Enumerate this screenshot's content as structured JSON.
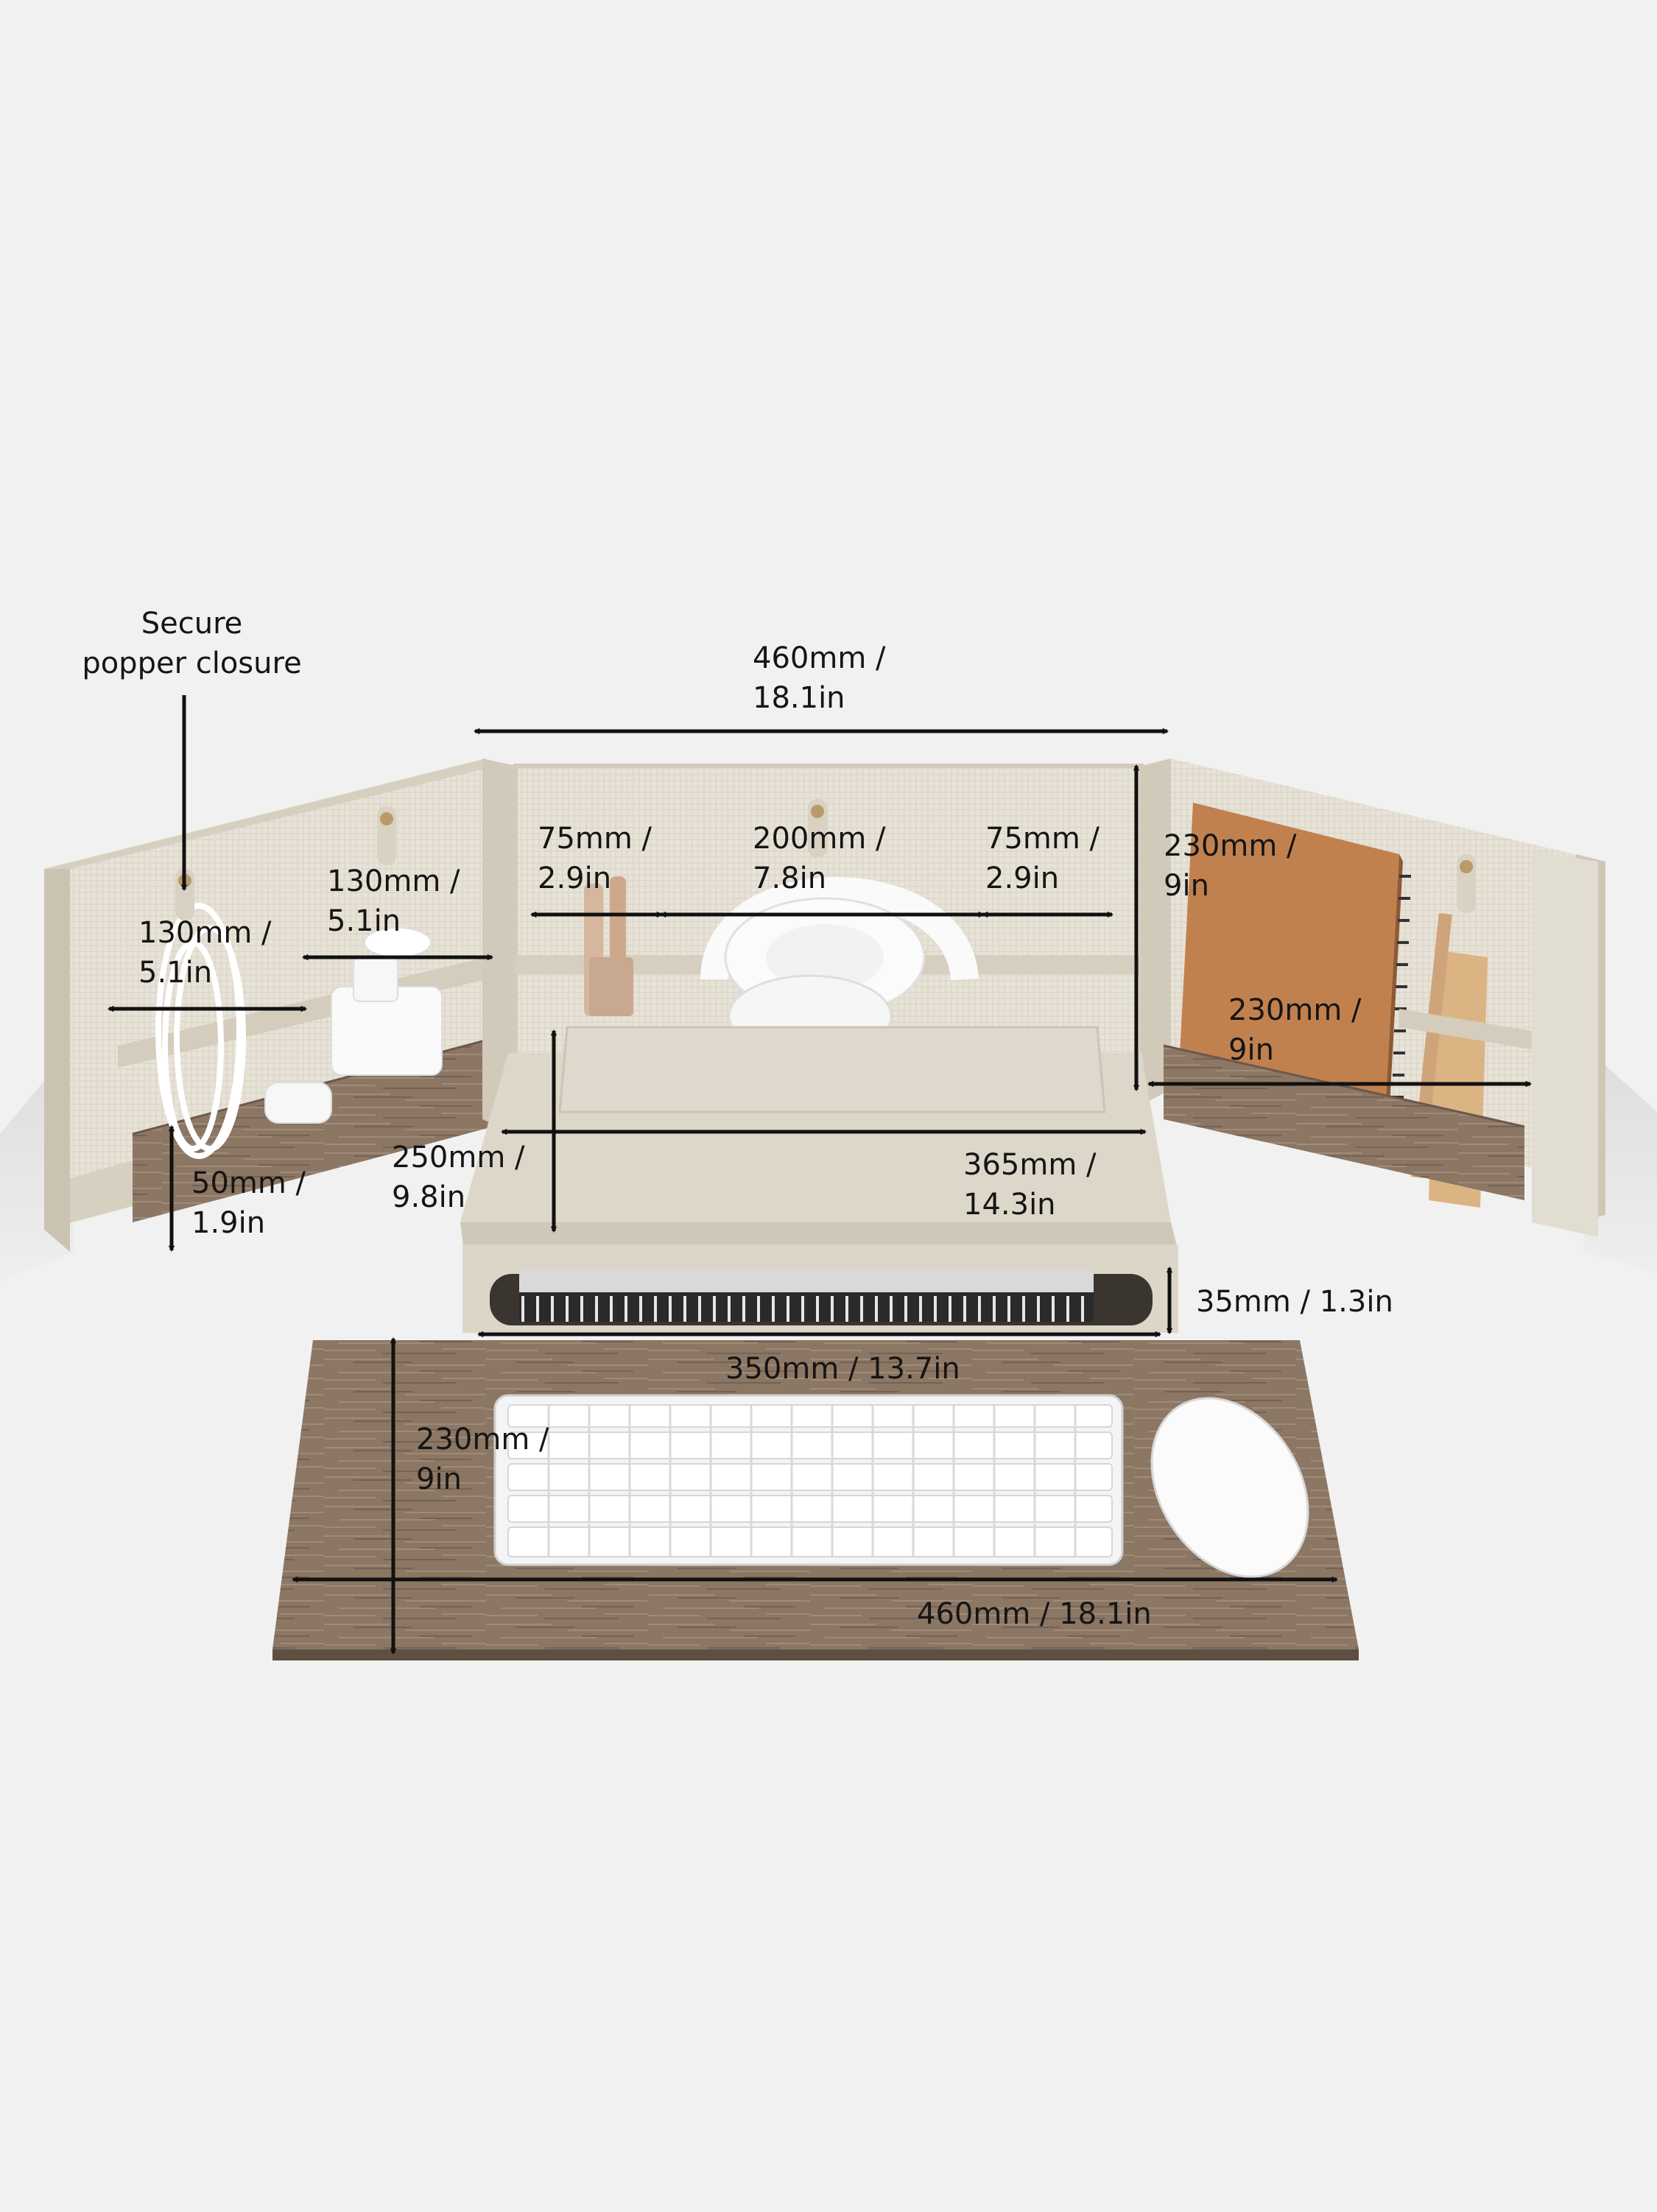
{
  "callout": {
    "line1": "Secure",
    "line2": "popper closure"
  },
  "dimensions": {
    "top_width": {
      "line1": "460mm /",
      "line2": "18.1in"
    },
    "left_pocket_width": {
      "line1": "130mm /",
      "line2": "5.1in"
    },
    "left_strap_width": {
      "line1": "130mm /",
      "line2": "5.1in"
    },
    "center_left_strap": {
      "line1": "75mm /",
      "line2": "2.9in"
    },
    "center_middle_strap": {
      "line1": "200mm /",
      "line2": "7.8in"
    },
    "center_right_strap": {
      "line1": "75mm /",
      "line2": "2.9in"
    },
    "panel_height": {
      "line1": "230mm /",
      "line2": "9in"
    },
    "right_pocket_width": {
      "line1": "230mm /",
      "line2": "9in"
    },
    "pocket_height": {
      "line1": "50mm /",
      "line2": "1.9in"
    },
    "riser_depth": {
      "line1": "250mm /",
      "line2": "9.8in"
    },
    "riser_width": {
      "line1": "365mm /",
      "line2": "14.3in"
    },
    "slot_height": {
      "text": "35mm / 1.3in"
    },
    "slot_width": {
      "text": "350mm / 13.7in"
    },
    "mat_depth": {
      "line1": "230mm /",
      "line2": "9in"
    },
    "mat_width": {
      "text": "460mm / 18.1in"
    }
  },
  "colors": {
    "linen": "#e6e1d6",
    "leather": "#dcd6c9",
    "wood": "#8a7462",
    "arrow": "#111111",
    "notebook_cover": "#c1814f"
  }
}
